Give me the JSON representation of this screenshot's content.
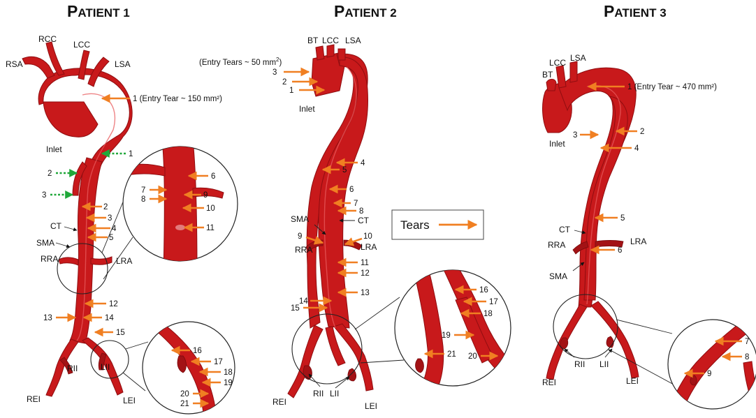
{
  "colors": {
    "aorta": "#c8191b",
    "aorta_dark": "#8f0d10",
    "tear_arrow": "#f07f22",
    "branch_arrow_green": "#20a83a",
    "pointer_black": "#111111"
  },
  "legend": {
    "label": "Tears"
  },
  "patients": [
    {
      "title_first": "P",
      "title_rest": "ATIENT 1",
      "note": "1 (Entry Tear ~ 150 mm²)",
      "labels": [
        "RCC",
        "LCC",
        "RSA",
        "LSA",
        "Inlet",
        "CT",
        "SMA",
        "RRA",
        "LRA",
        "RII",
        "LII",
        "REI",
        "LEI"
      ],
      "tears": [
        "1",
        "2",
        "3",
        "2",
        "3",
        "4",
        "5",
        "12",
        "13",
        "14",
        "15"
      ],
      "zoom_upper_tears": [
        "6",
        "7",
        "8",
        "9",
        "10",
        "11"
      ],
      "zoom_lower_tears": [
        "16",
        "17",
        "18",
        "19",
        "20",
        "21"
      ]
    },
    {
      "title_first": "P",
      "title_rest": "ATIENT 2",
      "note_prefix": "(Entry Tears ~ 50 mm",
      "note_sup": "2",
      "note_suffix": ")",
      "labels": [
        "BT",
        "LCC",
        "LSA",
        "Inlet",
        "SMA",
        "CT",
        "RRA",
        "LRA",
        "RII",
        "LII",
        "REI",
        "LEI"
      ],
      "tears": [
        "3",
        "2",
        "1",
        "4",
        "5",
        "6",
        "7",
        "8",
        "9",
        "10",
        "11",
        "12",
        "13",
        "14",
        "15"
      ],
      "zoom_tears": [
        "16",
        "17",
        "18",
        "19",
        "20",
        "21"
      ]
    },
    {
      "title_first": "P",
      "title_rest": "ATIENT 3",
      "note": "1 (Entry Tear ~ 470 mm²)",
      "labels": [
        "LCC",
        "LSA",
        "BT",
        "Inlet",
        "CT",
        "RRA",
        "LRA",
        "SMA",
        "RII",
        "LII",
        "REI",
        "LEI"
      ],
      "tears": [
        "3",
        "2",
        "4",
        "5",
        "6"
      ],
      "zoom_tears": [
        "7",
        "8",
        "9"
      ]
    }
  ]
}
